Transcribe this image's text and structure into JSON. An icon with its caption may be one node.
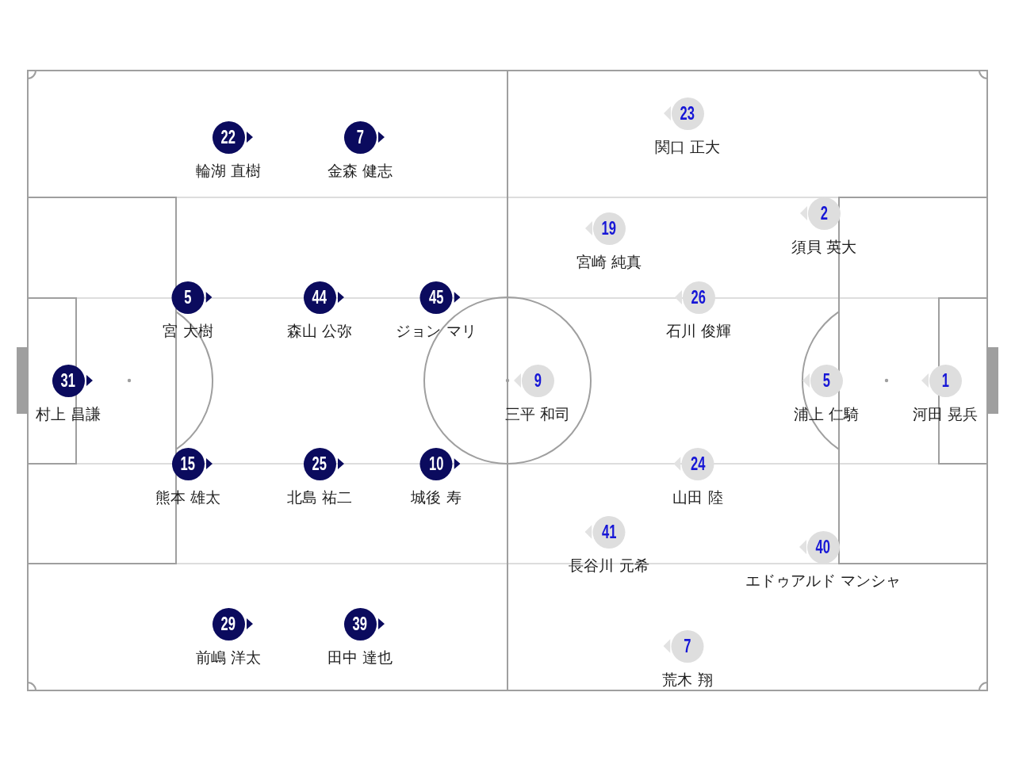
{
  "diagram": {
    "nodes": [
      {
        "text": [
          "22",
          "輪湖 直樹"
        ]
      },
      {
        "text": [
          "7",
          "金森 健志"
        ]
      },
      {
        "text": [
          "5",
          "宮 大樹"
        ]
      },
      {
        "text": [
          "44",
          "森山 公弥"
        ]
      },
      {
        "text": [
          "45",
          "ジョン マリ"
        ]
      },
      {
        "text": [
          "31",
          "村上 昌謙"
        ]
      },
      {
        "text": [
          "15",
          "熊本 雄太"
        ]
      },
      {
        "text": [
          "25",
          "北島 祐二"
        ]
      },
      {
        "text": [
          "10",
          "城後 寿"
        ]
      },
      {
        "text": [
          "29",
          "前嶋 洋太"
        ]
      },
      {
        "text": [
          "39",
          "田中 達也"
        ]
      },
      {
        "text": [
          "23",
          "関口 正大"
        ]
      },
      {
        "text": [
          "2",
          "須貝 英大"
        ]
      },
      {
        "text": [
          "19",
          "宮崎 純真"
        ]
      },
      {
        "text": [
          "26",
          "石川 俊輝"
        ]
      },
      {
        "text": [
          "9",
          "三平 和司"
        ]
      },
      {
        "text": [
          "5",
          "浦上 仁騎"
        ]
      },
      {
        "text": [
          "1",
          "河田 晃兵"
        ]
      },
      {
        "text": [
          "24",
          "山田 陸"
        ]
      },
      {
        "text": [
          "41",
          "長谷川 元希"
        ]
      },
      {
        "text": [
          "40",
          "エドゥアルド マンシャ"
        ]
      },
      {
        "text": [
          "7",
          "荒木 翔"
        ]
      }
    ]
  }
}
